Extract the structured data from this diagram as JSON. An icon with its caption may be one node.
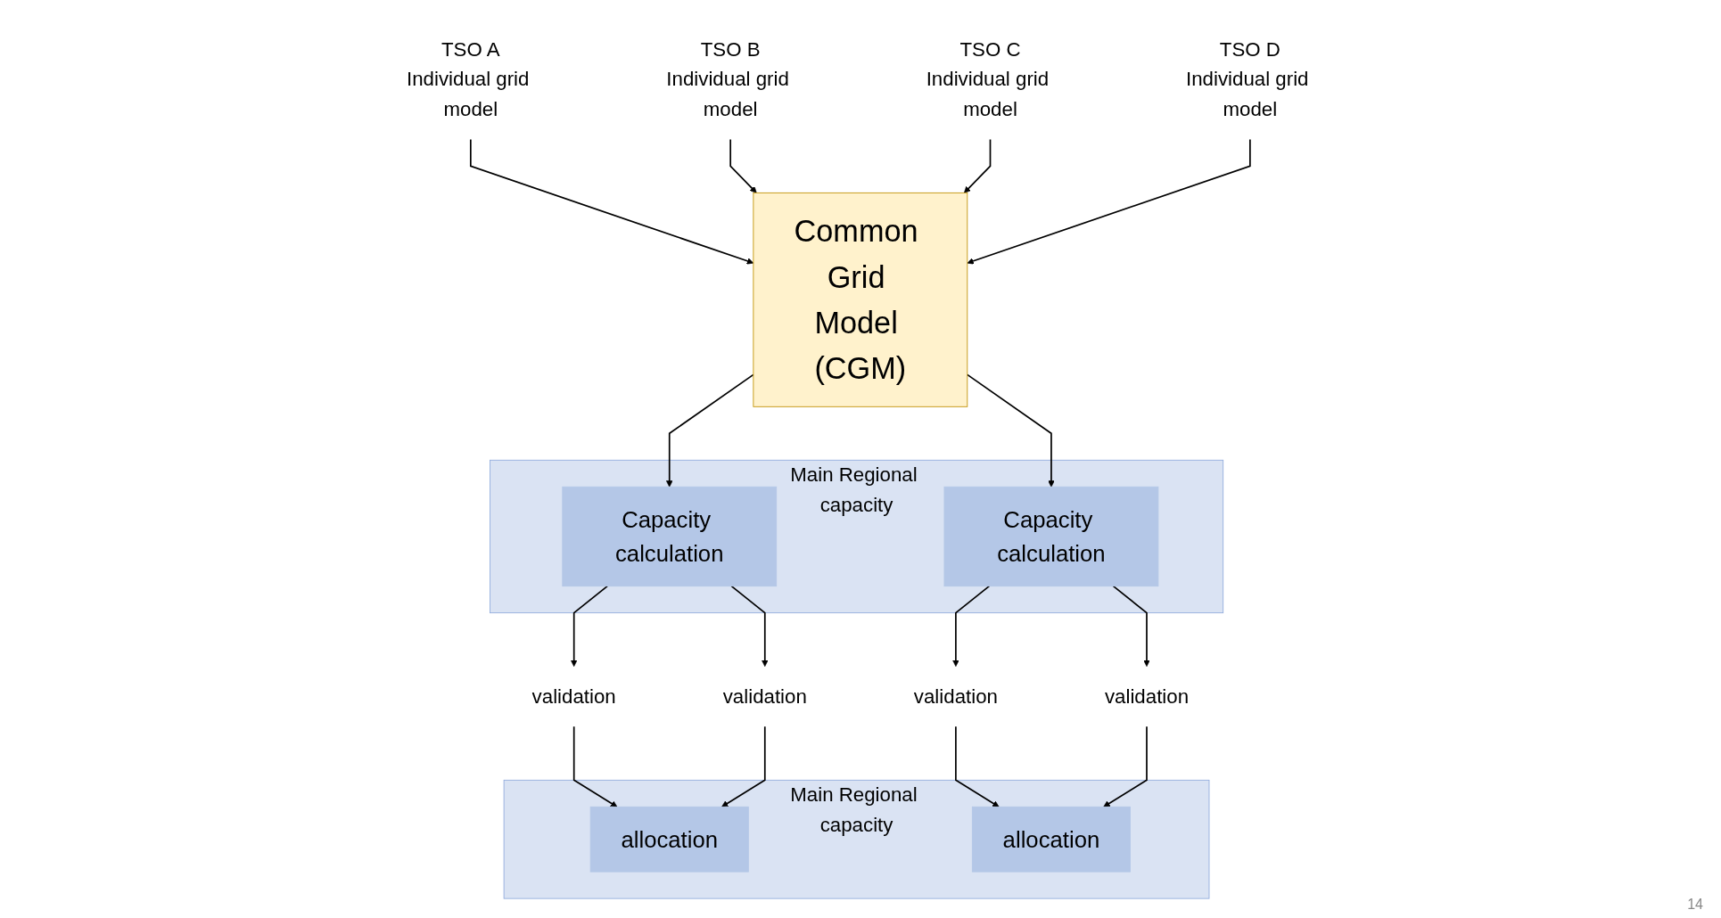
{
  "diagram": {
    "nodes": [
      {
        "text": [
          "TSO A",
          "Individual grid model"
        ]
      },
      {
        "text": [
          "TSO B",
          "Individual grid model"
        ]
      },
      {
        "text": [
          "TSO C",
          "Individual grid model"
        ]
      },
      {
        "text": [
          "TSO D",
          "Individual grid model"
        ]
      },
      {
        "text": [
          "Common Grid Model (CGM)"
        ]
      },
      {
        "text": [
          "Main Regional capacity"
        ]
      },
      {
        "text": [
          "Capacity calculation"
        ],
        "in": 5
      },
      {
        "text": [
          "Capacity calculation"
        ],
        "in": 5
      },
      {
        "text": [
          "validation"
        ]
      },
      {
        "text": [
          "validation"
        ]
      },
      {
        "text": [
          "validation"
        ]
      },
      {
        "text": [
          "validation"
        ]
      },
      {
        "text": [
          "Main Regional capacity"
        ]
      },
      {
        "text": [
          "allocation"
        ],
        "in": 12
      },
      {
        "text": [
          "allocation"
        ],
        "in": 12
      }
    ],
    "edges": [
      {
        "from": 0,
        "to": 4,
        "arrow": "to"
      },
      {
        "from": 1,
        "to": 4,
        "arrow": "to"
      },
      {
        "from": 2,
        "to": 4,
        "arrow": "to"
      },
      {
        "from": 3,
        "to": 4,
        "arrow": "to"
      },
      {
        "from": 4,
        "to": 6,
        "arrow": "to"
      },
      {
        "from": 4,
        "to": 7,
        "arrow": "to"
      },
      {
        "from": 6,
        "to": 8,
        "arrow": "to"
      },
      {
        "from": 6,
        "to": 9,
        "arrow": "to"
      },
      {
        "from": 7,
        "to": 10,
        "arrow": "to"
      },
      {
        "from": 7,
        "to": 11,
        "arrow": "to"
      },
      {
        "from": 8,
        "to": 13,
        "arrow": "to"
      },
      {
        "from": 9,
        "to": 13,
        "arrow": "to"
      },
      {
        "from": 10,
        "to": 14,
        "arrow": "to"
      },
      {
        "from": 11,
        "to": 14,
        "arrow": "to"
      }
    ],
    "labels": [
      "14"
    ]
  }
}
